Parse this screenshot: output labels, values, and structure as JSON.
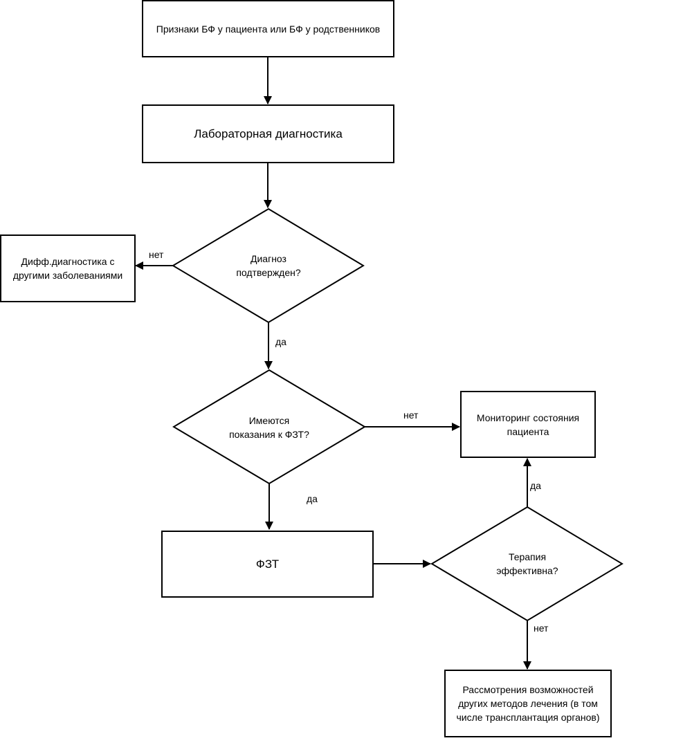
{
  "nodes": {
    "signs": "Признаки БФ у пациента или БФ у родственников",
    "lab": "Лабораторная диагностика",
    "confirmed": "Диагноз подтвержден?",
    "diff": "Дифф.диагностика с другими заболеваниями",
    "indications": "Имеются показания к ФЗТ?",
    "monitoring": "Мониторинг состояния пациента",
    "fzt": "ФЗТ",
    "effective": "Терапия эффективна?",
    "other": "Рассмотрения возможностей других методов лечения (в том числе трансплантация органов)"
  },
  "labels": {
    "confirmed_no": "нет",
    "confirmed_yes": "да",
    "indications_no": "нет",
    "indications_yes": "да",
    "effective_yes": "да",
    "effective_no": "нет"
  }
}
